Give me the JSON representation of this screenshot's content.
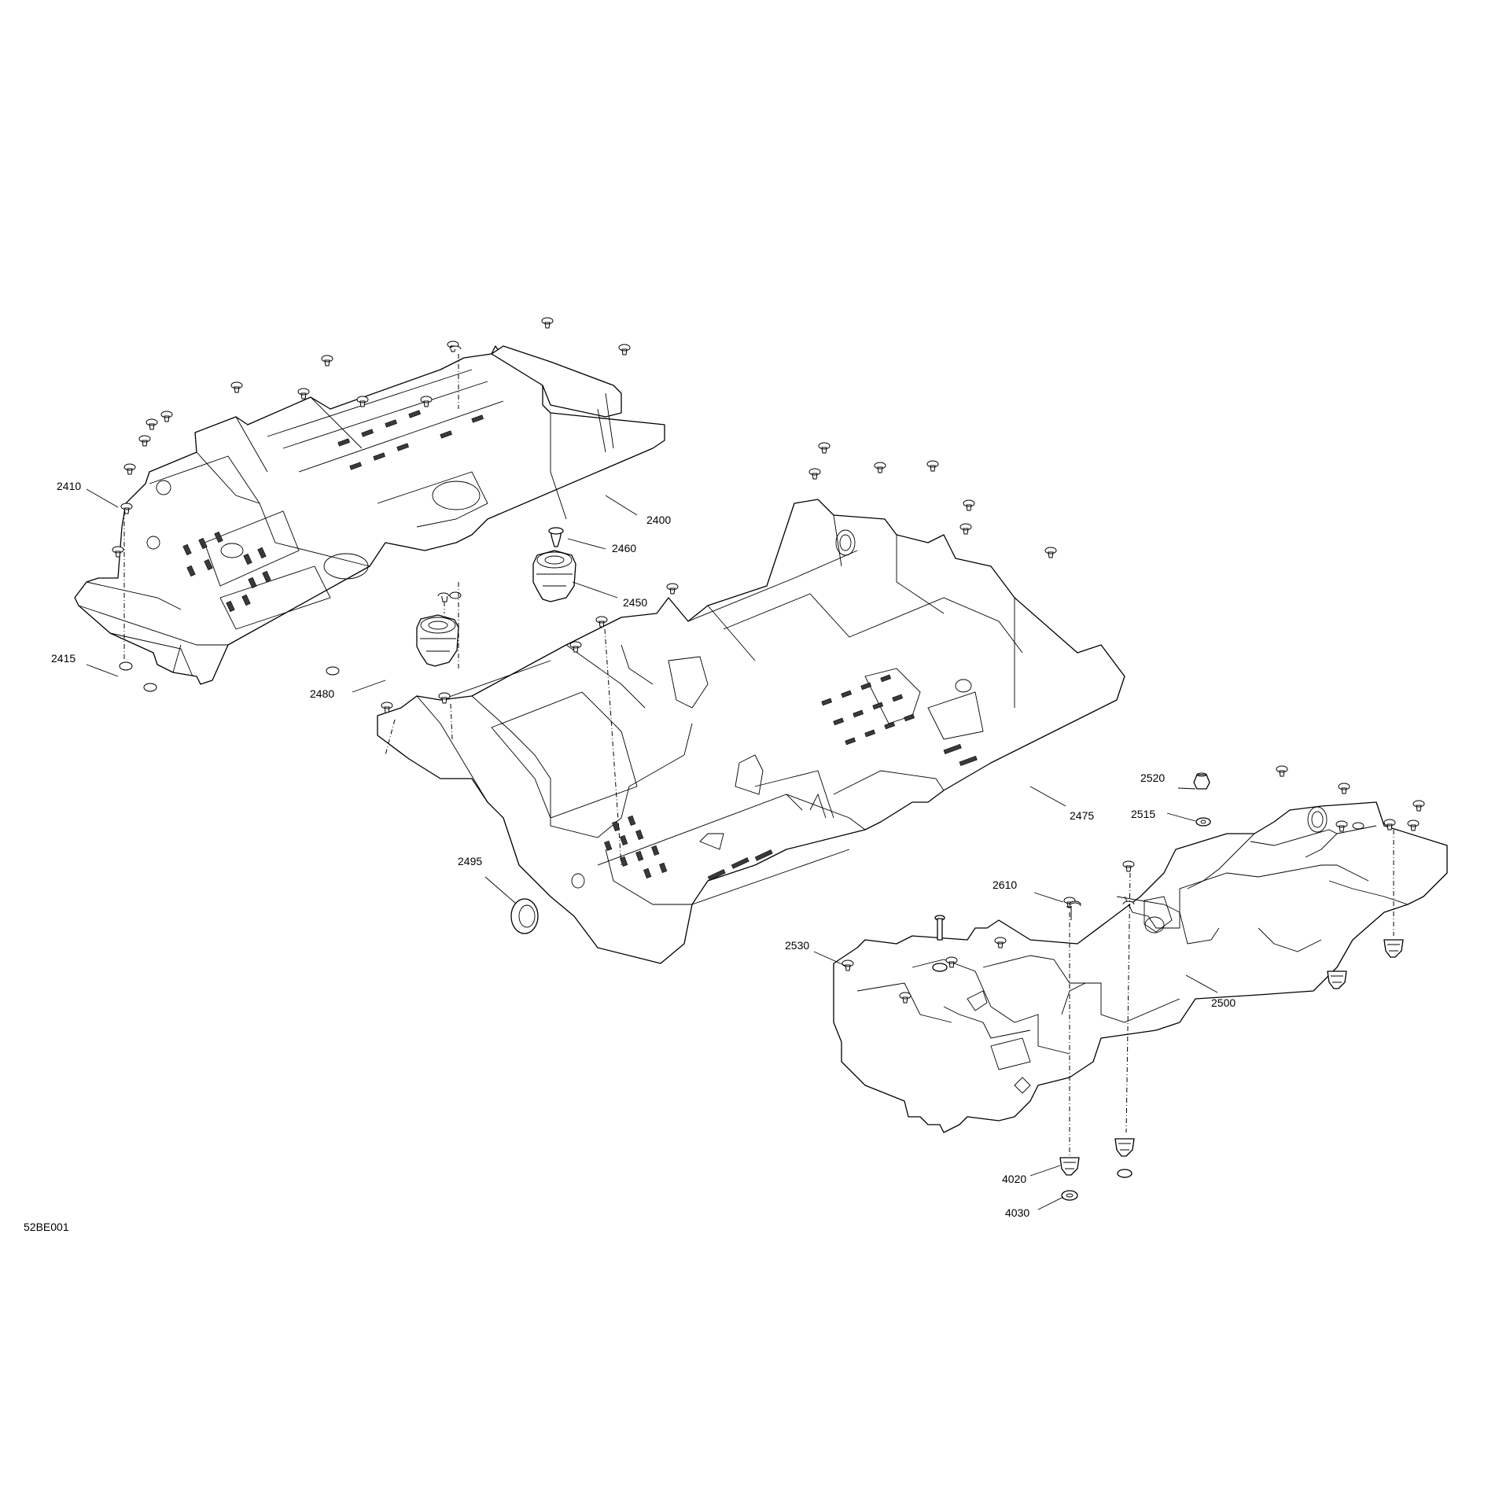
{
  "figure_id": "52BE001",
  "callouts": [
    {
      "key": "c2400",
      "label": "2400"
    },
    {
      "key": "c2410",
      "label": "2410"
    },
    {
      "key": "c2415",
      "label": "2415"
    },
    {
      "key": "c2450",
      "label": "2450"
    },
    {
      "key": "c2460",
      "label": "2460"
    },
    {
      "key": "c2475",
      "label": "2475"
    },
    {
      "key": "c2480",
      "label": "2480"
    },
    {
      "key": "c2495",
      "label": "2495"
    },
    {
      "key": "c2500",
      "label": "2500"
    },
    {
      "key": "c2515",
      "label": "2515"
    },
    {
      "key": "c2520",
      "label": "2520"
    },
    {
      "key": "c2530",
      "label": "2530"
    },
    {
      "key": "c2610",
      "label": "2610"
    },
    {
      "key": "c4020",
      "label": "4020"
    },
    {
      "key": "c4030",
      "label": "4030"
    }
  ]
}
